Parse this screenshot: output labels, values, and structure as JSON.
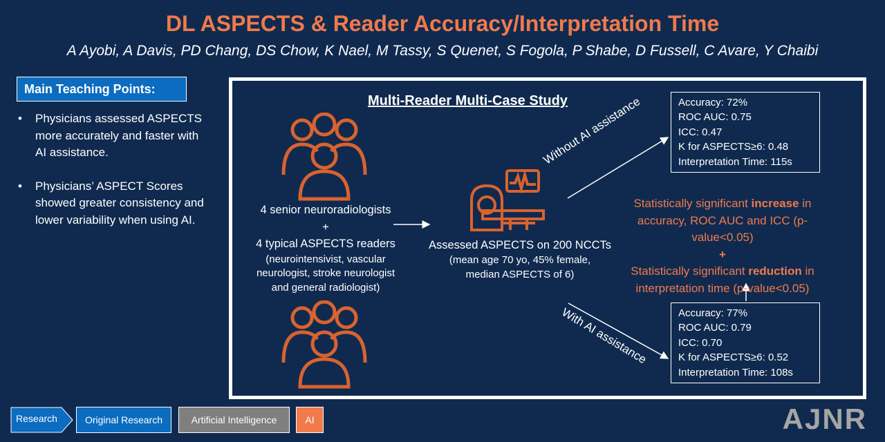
{
  "title": "DL ASPECTS & Reader Accuracy/Interpretation Time",
  "authors": "A Ayobi, A Davis, PD Chang, DS Chow, K Nael, M Tassy, S Quenet,  S Fogola, P Shabe, D Fussell, C Avare, Y Chaibi",
  "sidebar": {
    "label": "Main Teaching Points:",
    "points": [
      "Physicians assessed ASPECTS more accurately and faster with AI assistance.",
      "Physicians’ ASPECT Scores showed greater consistency and lower variability when using AI."
    ]
  },
  "study": {
    "title": "Multi-Reader Multi-Case Study",
    "readers": {
      "line1": "4 senior neuroradiologists",
      "plus": "+",
      "line2": "4 typical ASPECTS readers",
      "detail1": "(neurointensivist, vascular",
      "detail2": "neurologist, stroke neurologist",
      "detail3": "and general radiologist)"
    },
    "assessed": {
      "line1": "Assessed ASPECTS on 200 NCCTs",
      "line2": "(mean age 70 yo, 45% female,",
      "line3": "median ASPECTS of 6)"
    },
    "without_label": "Without AI assistance",
    "with_label": "With AI assistance",
    "without_ai": [
      "Accuracy: 72%",
      "ROC AUC: 0.75",
      "ICC: 0.47",
      "K for ASPECTS≥6: 0.48",
      "Interpretation Time: 115s"
    ],
    "with_ai": [
      "Accuracy: 77%",
      "ROC AUC: 0.79",
      "ICC: 0.70",
      "K for ASPECTS≥6: 0.52",
      "Interpretation Time: 108s"
    ],
    "significance": {
      "l1_pre": "Statistically significant ",
      "l1_bold": "increase",
      "l1_post": " in",
      "l2": "accuracy, ROC AUC and ICC (p-value<0.05)",
      "plus": "+",
      "l3_pre": "Statistically significant ",
      "l3_bold": "reduction",
      "l3_post": " in",
      "l4": "interpretation time (p-value<0.05)"
    }
  },
  "tags": {
    "research": "Research",
    "original": "Original Research",
    "ai_full": "Artificial Intelligence",
    "ai": "AI"
  },
  "logo": "AJNR",
  "colors": {
    "background": "#102a4f",
    "accent": "#f07a4c",
    "blue": "#0b6cc0",
    "gray": "#7f7f7f"
  }
}
